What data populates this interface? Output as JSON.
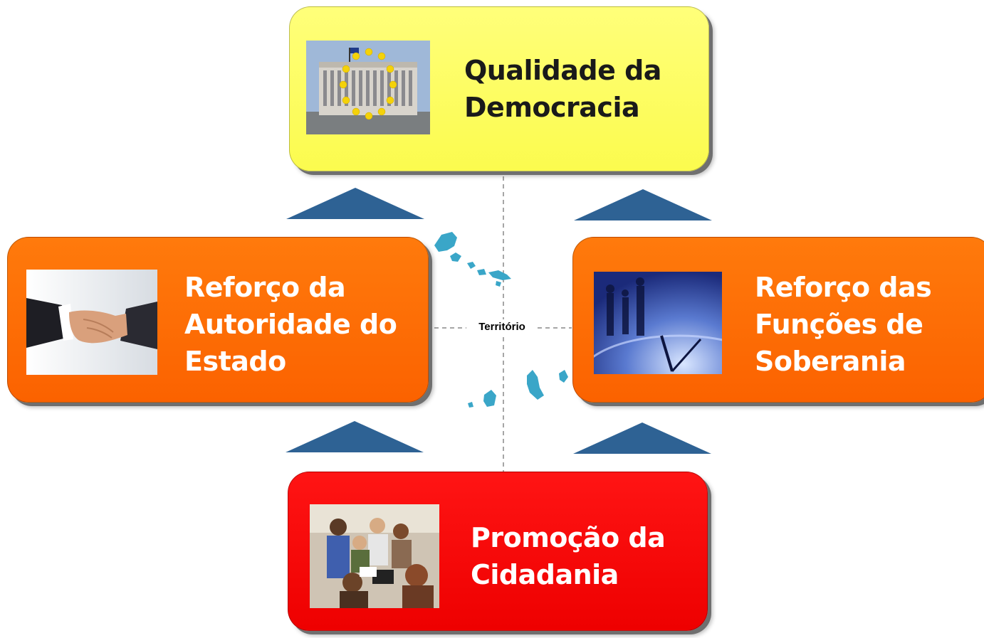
{
  "center": {
    "label": "Território"
  },
  "boxes": {
    "top": {
      "title": "Qualidade da\nDemocracia"
    },
    "left": {
      "title": "Reforço da\nAutoridade do\nEstado"
    },
    "right": {
      "title": "Reforço das\nFunções de\nSoberania"
    },
    "bottom": {
      "title": "Promoção da\nCidadania"
    }
  },
  "colors": {
    "top": "#fbfb4e",
    "left": "#fb6200",
    "right": "#fb6200",
    "bottom": "#ee0000",
    "arrows": "#2e6294",
    "islands": "#3aa6c8"
  }
}
